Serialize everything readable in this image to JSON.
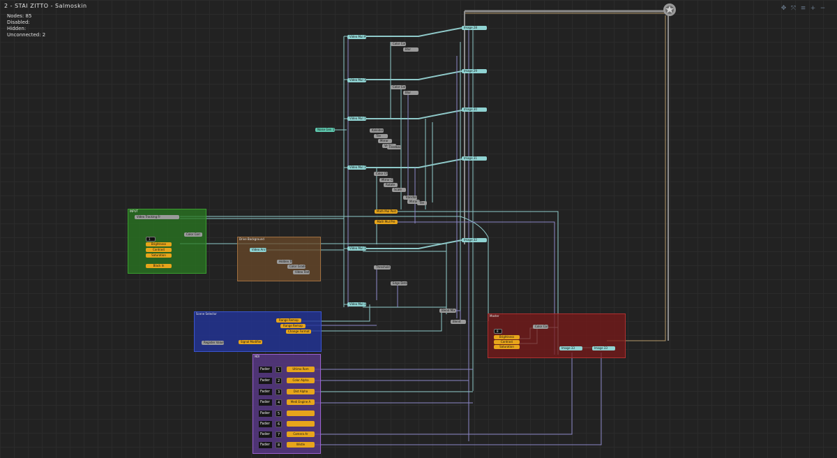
{
  "window": {
    "title": "2 - STAI ZITTO - Salmoskin"
  },
  "stats": {
    "nodes": "Nodes: 85",
    "disabled": "Disabled:",
    "hidden": "Hidden:",
    "unconnected": "Unconnected: 2"
  },
  "toolbar": {
    "icons": [
      "move-icon",
      "fit-view-icon",
      "list-icon",
      "zoom-in-icon",
      "zoom-out-icon"
    ]
  },
  "colors": {
    "canvas": "#222222",
    "input_group": "#2a7a22",
    "brown_group": "#6b4a2a",
    "blue_group": "#23359a",
    "purple_group": "#5a3a8a",
    "master_group": "#7a1a1a",
    "image_node": "#8fd3d2",
    "param_node": "#e7a51b"
  },
  "groups": {
    "input": {
      "label": "INPUT"
    },
    "brown": {
      "label": "Drive Background"
    },
    "blue": {
      "label": "Scene Selector"
    },
    "purple": {
      "label": "NDI"
    },
    "master": {
      "label": "Master"
    }
  },
  "input_nodes": {
    "video": "Video Tracking Fr",
    "num": "1",
    "p1": "Brightness",
    "p2": "Contrast",
    "p3": "Saturation",
    "p4": "Black In",
    "colorcor": "Color Corr"
  },
  "brown_nodes": {
    "a": "Video Ani F1",
    "b": "Hidden Tex",
    "c": "Color Gradie",
    "d": "Video Text"
  },
  "blue_nodes": {
    "a": "Range Remap",
    "b": "Range Remap",
    "c": "Change Format",
    "d": "Register Value",
    "e": "Signal Modifier"
  },
  "faders": [
    {
      "label": "Fader",
      "num": "1",
      "bar": "Ultimo Rom"
    },
    {
      "label": "Fader",
      "num": "2",
      "bar": "Color Alpha"
    },
    {
      "label": "Fader",
      "num": "3",
      "bar": "Dist Alpha"
    },
    {
      "label": "Fader",
      "num": "4",
      "bar": "Medi Engine A"
    },
    {
      "label": "Fader",
      "num": "5",
      "bar": ""
    },
    {
      "label": "Fader",
      "num": "6",
      "bar": ""
    },
    {
      "label": "Fader",
      "num": "7",
      "bar": "Camera Ar"
    },
    {
      "label": "Fader",
      "num": "8",
      "bar": "Wistle"
    }
  ],
  "master_nodes": {
    "num": "8",
    "p1": "Brightness",
    "p2": "Contrast",
    "p3": "Saturation",
    "colorcor": "Color Cor",
    "img1": "Image 33",
    "img2": "Image 33"
  },
  "mid_nodes": {
    "vm1": "Video Mul 9",
    "vm2": "Video Mul 10",
    "vm3": "Video Mul 11",
    "vm4": "Video Mul 12",
    "vm5": "Video Mul 13",
    "vm6": "Video Mul 14",
    "img1": "Image 28",
    "img2": "Image 29",
    "img3": "Image 30",
    "img4": "Image 31",
    "img5": "Image 32",
    "noise": "Noise Gen 1",
    "math1": "Math Mul Post",
    "math2": "Math Mul Pre",
    "cc1": "Color Cor",
    "cc2": "Color Cor",
    "blur1": "Blur",
    "blur2": "Blur",
    "thr": "Threshold",
    "edge": "Edge Detect",
    "b1": "Blend Mix",
    "b2": "Blend",
    "k1": "Kaleidos",
    "k2": "Tile",
    "k3": "Mirror",
    "k4": "Vector",
    "k5": "Feedback",
    "k6": "Color Ch",
    "k7": "Mirror Ch",
    "k8": "Rotate",
    "k9": "Scale",
    "k10": "Transform",
    "k11": "Mirror Ch2",
    "k12": "Tile"
  }
}
